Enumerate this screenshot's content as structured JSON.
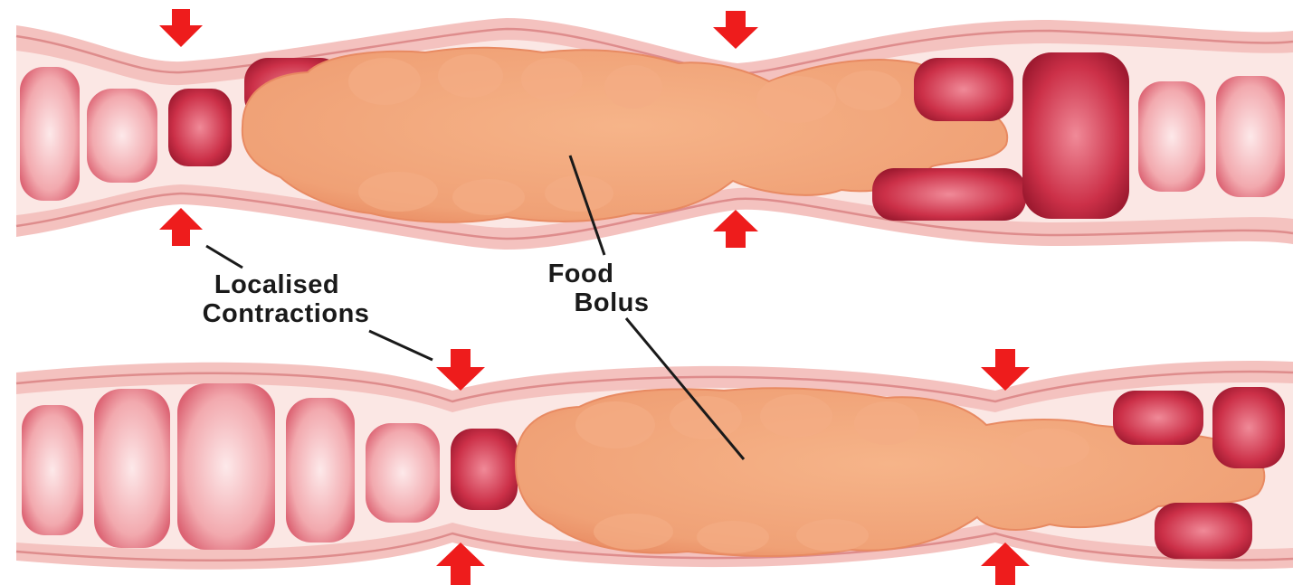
{
  "labels": {
    "contractions_line1": "Localised",
    "contractions_line2": "Contractions",
    "bolus_line1": "Food",
    "bolus_line2": "Bolus"
  },
  "colors": {
    "background": "#ffffff",
    "wall": "#f4c2bf",
    "wall_stripe": "#de8c8c",
    "lumen": "#fbe7e4",
    "fold_light": "#f7c9cb",
    "fold_dark": "#c8364a",
    "bolus": "#f3a97f",
    "bolus_edge": "#e88a62",
    "arrow": "#ee1c1c",
    "leader_line": "#1a1a1a"
  }
}
